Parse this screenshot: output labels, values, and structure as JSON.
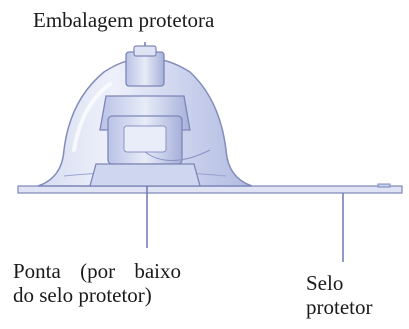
{
  "labels": {
    "packaging": "Embalagem protetora",
    "tip_line1": "Ponta (por baixo",
    "tip_line2": "do selo protetor)",
    "seal_line1": "Selo",
    "seal_line2": "protetor"
  },
  "colors": {
    "outline": "#7d86b8",
    "fill_light": "#e4e8f6",
    "fill_mid": "#c9d0ec",
    "fill_dark": "#9aa4d2",
    "leader": "#6e78b0"
  }
}
